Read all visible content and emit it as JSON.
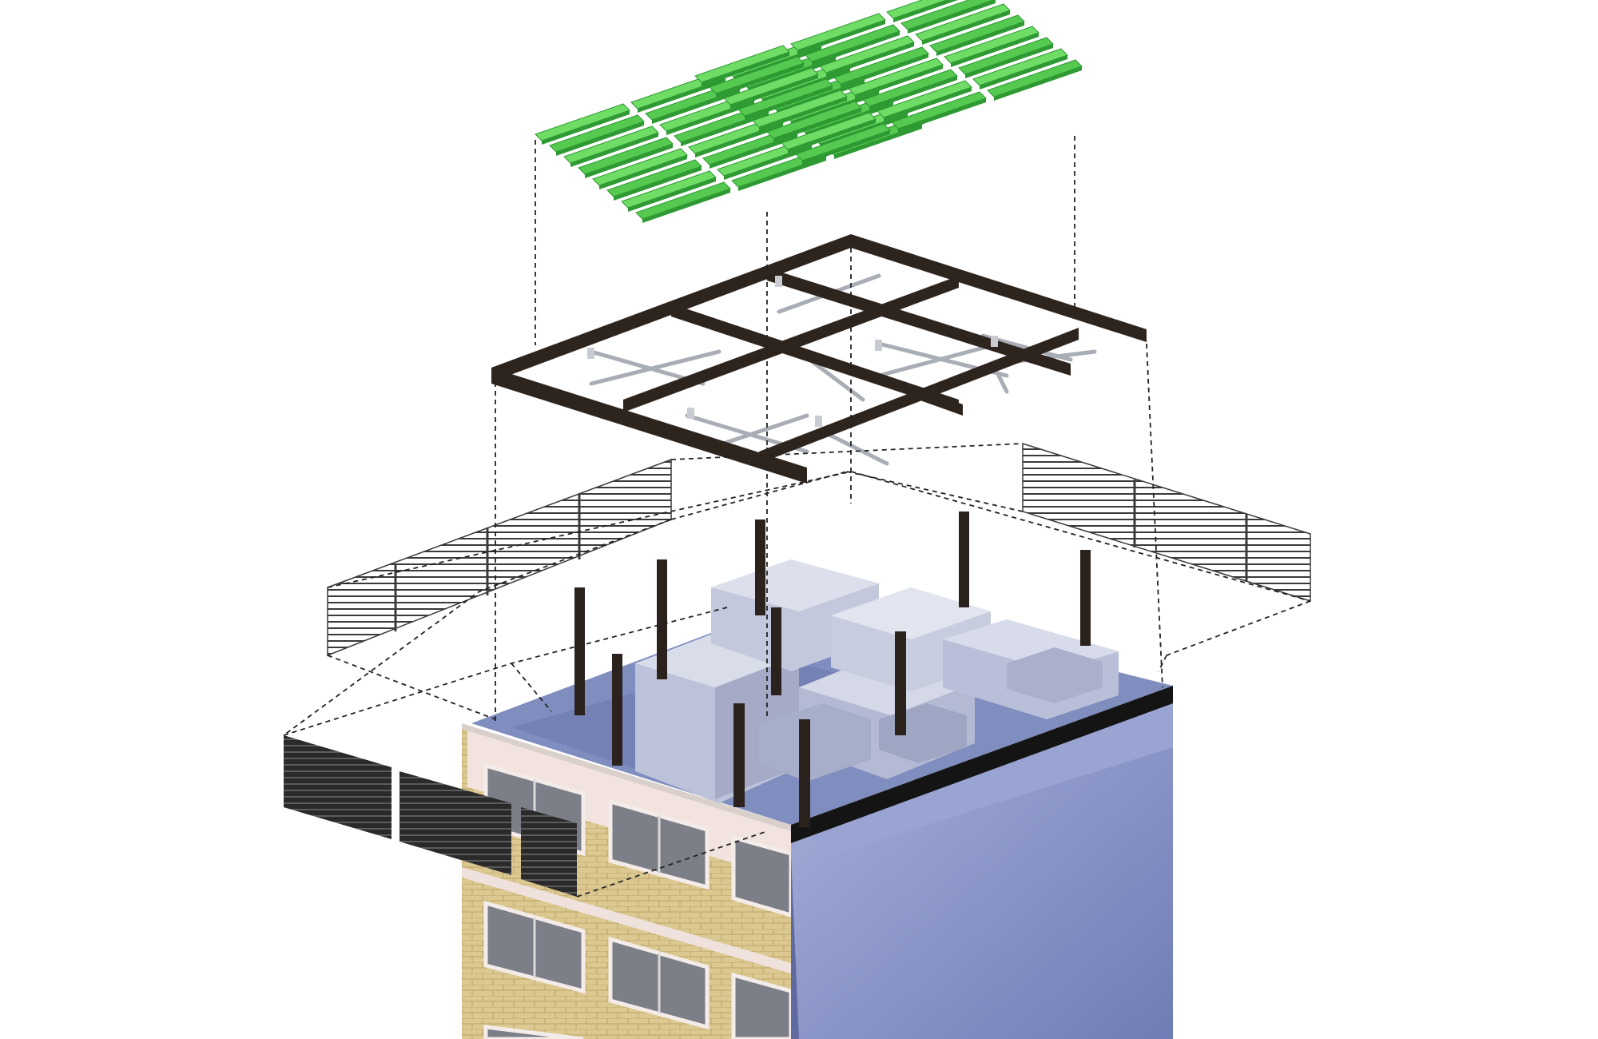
{
  "diagram": {
    "labels": [],
    "components": [
      {
        "id": "solar-panel-array",
        "kind": "photovoltaic panels",
        "color": "#4cc24a"
      },
      {
        "id": "steel-frame",
        "kind": "roof frame beams with bracing",
        "color": "#2e241e"
      },
      {
        "id": "louvre-screens",
        "kind": "screen panels",
        "color": "#3a3a3a"
      },
      {
        "id": "steel-posts",
        "kind": "vertical columns",
        "color": "#2b221d"
      },
      {
        "id": "rooftop-plant",
        "kind": "mechanical units",
        "color": "#b9bfd6"
      },
      {
        "id": "building",
        "kind": "existing brick building with roof slab",
        "color": "#d9c48e"
      }
    ],
    "colors": {
      "pv_light": "#6fdc66",
      "pv_dark": "#2f9a33",
      "frame": "#2e241e",
      "bracing": "#a9adb5",
      "louvre": "#3a3a3a",
      "plant": "#b9bfd6",
      "brick": "#d9c48e",
      "stone": "#f3e6e2",
      "interior": "#8c97c7",
      "roof": "#7f8dbf",
      "guide": "#222222"
    }
  }
}
